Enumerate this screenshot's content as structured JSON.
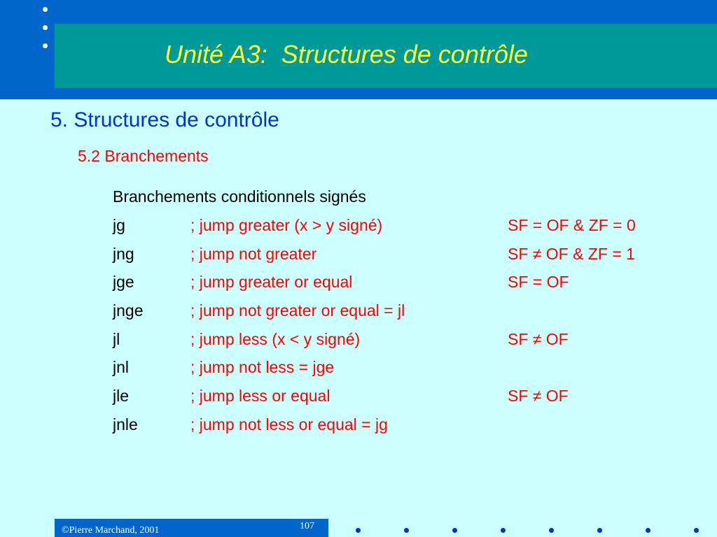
{
  "slide": {
    "title": "Unité A3:  Structures de contrôle",
    "heading": "5. Structures de contrôle",
    "subheading": "5.2 Branchements",
    "table_title": "Branchements conditionnels signés"
  },
  "branches": [
    {
      "instr": "jg",
      "comment": "; jump greater (x > y signé)",
      "flags": "SF = OF & ZF = 0"
    },
    {
      "instr": "jng",
      "comment": "; jump not greater",
      "flags": "SF ≠ OF & ZF = 1"
    },
    {
      "instr": "jge",
      "comment": "; jump greater or equal",
      "flags": "SF = OF"
    },
    {
      "instr": "jnge",
      "comment": "; jump not greater or equal = jl",
      "flags": ""
    },
    {
      "instr": "jl",
      "comment": "; jump less (x < y signé)",
      "flags": "SF ≠ OF"
    },
    {
      "instr": "jnl",
      "comment": "; jump not less = jge",
      "flags": ""
    },
    {
      "instr": "jle",
      "comment": "; jump less or equal",
      "flags": "SF ≠ OF"
    },
    {
      "instr": "jnle",
      "comment": "; jump not less or equal = jg",
      "flags": ""
    }
  ],
  "footer": {
    "copyright": "©Pierre Marchand, 2001",
    "page_number": "107"
  },
  "colors": {
    "background": "#ccffff",
    "header_band": "#0066cc",
    "title_box": "#009999",
    "title_text": "#ffff33",
    "heading": "#0033cc",
    "accent_red": "#ff0000"
  }
}
